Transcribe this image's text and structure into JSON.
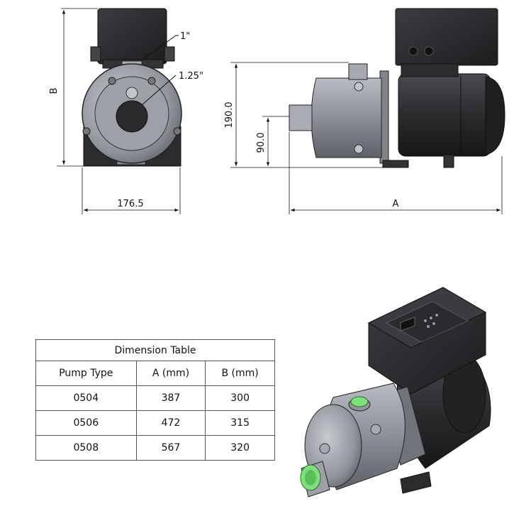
{
  "front_view": {
    "label_outlet": "1\"",
    "label_inlet": "1.25\"",
    "dim_height": "B",
    "dim_width": "176.5"
  },
  "side_view": {
    "dim_total_height": "190.0",
    "dim_inlet_height": "90.0",
    "dim_length": "A"
  },
  "table": {
    "title": "Dimension Table",
    "headers": [
      "Pump Type",
      "A (mm)",
      "B (mm)"
    ],
    "rows": [
      [
        "0504",
        "387",
        "300"
      ],
      [
        "0506",
        "472",
        "315"
      ],
      [
        "0508",
        "567",
        "320"
      ]
    ]
  },
  "colors": {
    "housing": "#8f949b",
    "motor": "#2a2b2d",
    "port_green": "#7de07a"
  }
}
